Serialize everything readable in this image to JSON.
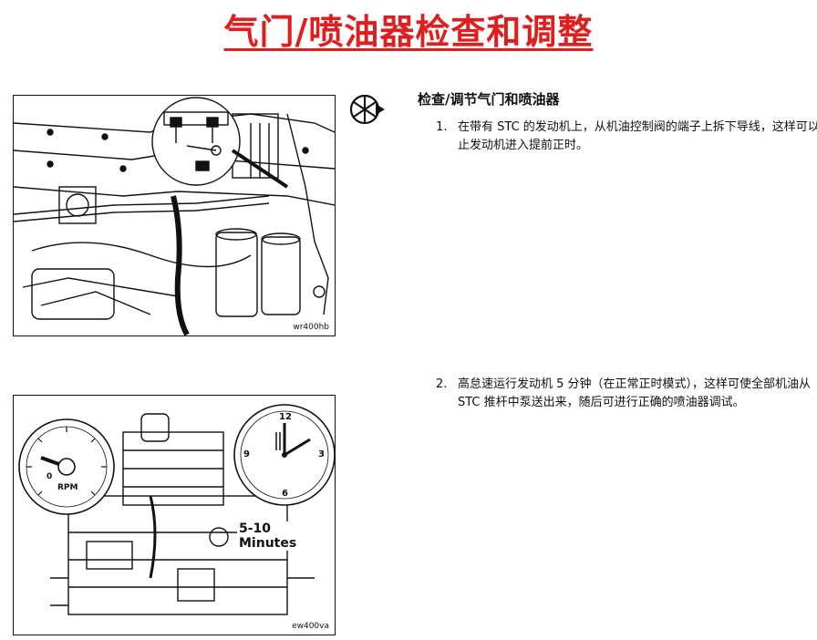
{
  "page": {
    "title": "气门/喷油器检查和调整"
  },
  "section": {
    "icon": "valve-adjust-icon",
    "heading": "检查/调节气门和喷油器"
  },
  "steps": [
    {
      "number": "1.",
      "text": "在带有 STC 的发动机上，从机油控制阀的端子上拆下导线，这样可以防止发动机进入提前正时。"
    },
    {
      "number": "2.",
      "text": "高怠速运行发动机 5 分钟（在正常正时模式），这样可使全部机油从 STC 推杆中泵送出来，随后可进行正确的喷油器调试。"
    }
  ],
  "figures": {
    "fig1": {
      "code": "wr400hb"
    },
    "fig2": {
      "code": "ew400va",
      "duration_label": "5-10 Minutes",
      "tach_label": "RPM",
      "tach_zero": "0",
      "clock_numbers": [
        "12",
        "3",
        "6",
        "9"
      ]
    }
  },
  "colors": {
    "title": "#e11d1d"
  }
}
